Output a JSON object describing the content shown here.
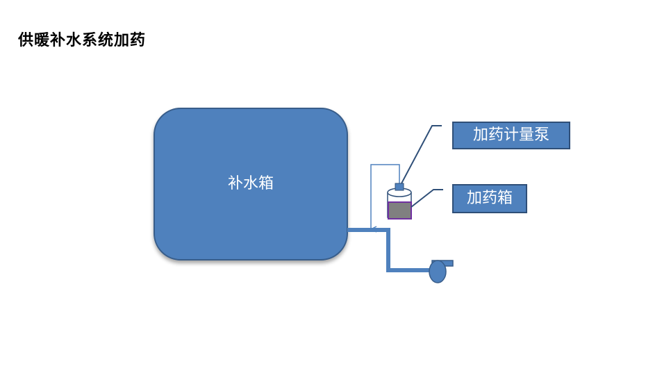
{
  "title": "供暖补水系统加药",
  "makeup_tank": {
    "label": "补水箱"
  },
  "dosing_pump": {
    "label": "加药计量泵"
  },
  "dosing_tank": {
    "label": "加药箱"
  },
  "colors": {
    "tank_fill": "#4f81bd",
    "tank_stroke": "#385d8a",
    "pipe": "#4f81bd",
    "line": "#2f4f78",
    "chemical_fill": "#808080",
    "chemical_border": "#7030a0"
  }
}
